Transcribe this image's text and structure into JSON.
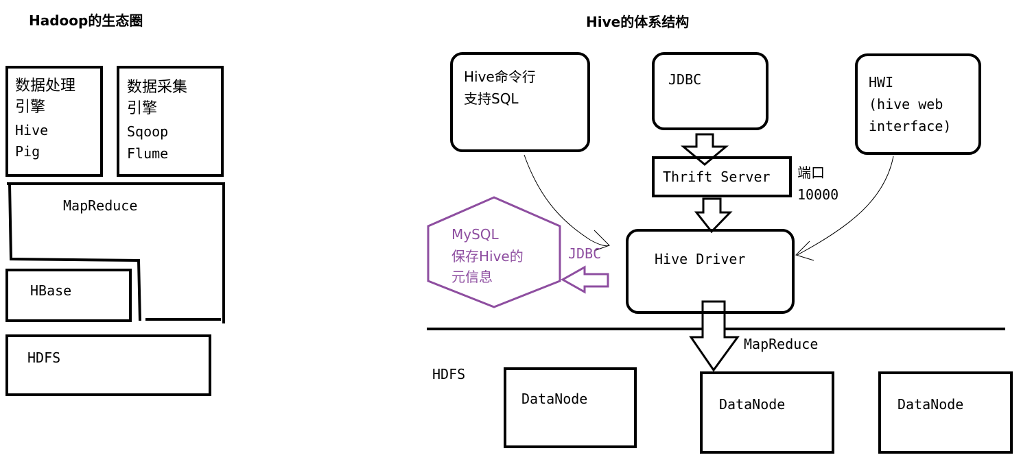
{
  "left": {
    "title": "Hadoop的生态圈",
    "processing": {
      "title_line1": "数据处理",
      "title_line2": "引擎",
      "item1": "Hive",
      "item2": "Pig"
    },
    "collection": {
      "title_line1": "数据采集",
      "title_line2": "引擎",
      "item1": "Sqoop",
      "item2": "Flume"
    },
    "mapreduce": "MapReduce",
    "hbase": "HBase",
    "hdfs": "HDFS"
  },
  "right": {
    "title": "Hive的体系结构",
    "cli": {
      "line1": "Hive命令行",
      "line2": "支持SQL"
    },
    "jdbc_box": "JDBC",
    "hwi": {
      "line1": "HWI",
      "line2": "(hive web",
      "line3": "interface)"
    },
    "thrift_server": "Thrift Server",
    "port": {
      "line1": "端口",
      "line2": "10000"
    },
    "hive_driver": "Hive Driver",
    "mysql": {
      "line1": "MySQL",
      "line2": "保存Hive的",
      "line3": "元信息",
      "color": "#8e4ea0"
    },
    "jdbc_label": "JDBC",
    "mapreduce": "MapReduce",
    "hdfs": "HDFS",
    "datanodes": [
      "DataNode",
      "DataNode",
      "DataNode"
    ]
  }
}
